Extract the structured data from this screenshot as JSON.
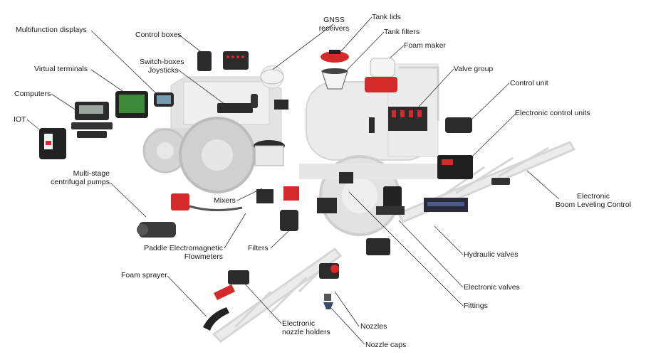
{
  "labels": {
    "multifunction_displays": "Multifunction displays",
    "control_boxes": "Control boxes",
    "gnss_receivers_l1": "GNSS",
    "gnss_receivers_l2": "receivers",
    "tank_lids": "Tank lids",
    "tank_filters": "Tank filters",
    "foam_maker": "Foam maker",
    "virtual_terminals": "Virtual terminals",
    "switch_boxes": "Switch-boxes",
    "joysticks": "Joysticks",
    "valve_group": "Valve group",
    "computers": "Computers",
    "control_unit": "Control unit",
    "iot": "IOT",
    "electronic_control_units": "Electronic control units",
    "multi_stage_l1": "Multi-stage",
    "multi_stage_l2": "centrifugal pumps",
    "boom_leveling_l1": "Electronic",
    "boom_leveling_l2": "Boom Leveling Control",
    "mixers": "Mixers",
    "paddle_l1": "Paddle Electromagnetic",
    "paddle_l2": "Flowmeters",
    "filters": "Filters",
    "hydraulic_valves": "Hydraulic valves",
    "foam_sprayer": "Foam sprayer",
    "electronic_valves": "Electronic valves",
    "fittings": "Fittings",
    "nozzle_holders_l1": "Electronic",
    "nozzle_holders_l2": "nozzle holders",
    "nozzles": "Nozzles",
    "nozzle_caps": "Nozzle caps"
  },
  "colors": {
    "background": "#ffffff",
    "machine_ghost": "#d9d9d9",
    "machine_ghost_dark": "#bfbfbf",
    "component_dark": "#2b2b2b",
    "accent_red": "#d42a2a",
    "label_text": "#1a1a1a",
    "leader_line": "#333333"
  }
}
